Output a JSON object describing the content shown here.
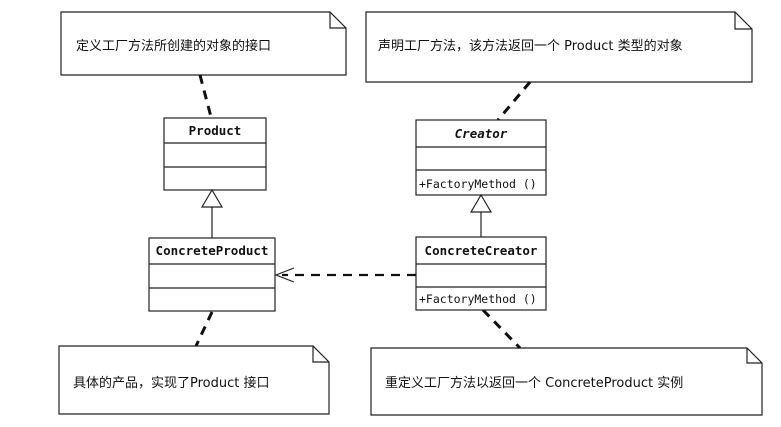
{
  "notes": {
    "product_note": "定义工厂方法所创建的对象的接口",
    "creator_note": "声明工厂方法，该方法返回一个 Product 类型的对象",
    "concrete_product_note": "具体的产品，实现了Product 接口",
    "concrete_creator_note": "重定义工厂方法以返回一个 ConcreteProduct 实例"
  },
  "classes": {
    "product": {
      "name": "Product"
    },
    "creator": {
      "name": "Creator",
      "operation": "+FactoryMethod ()"
    },
    "concrete_product": {
      "name": "ConcreteProduct"
    },
    "concrete_creator": {
      "name": "ConcreteCreator",
      "operation": "+FactoryMethod ()"
    }
  }
}
